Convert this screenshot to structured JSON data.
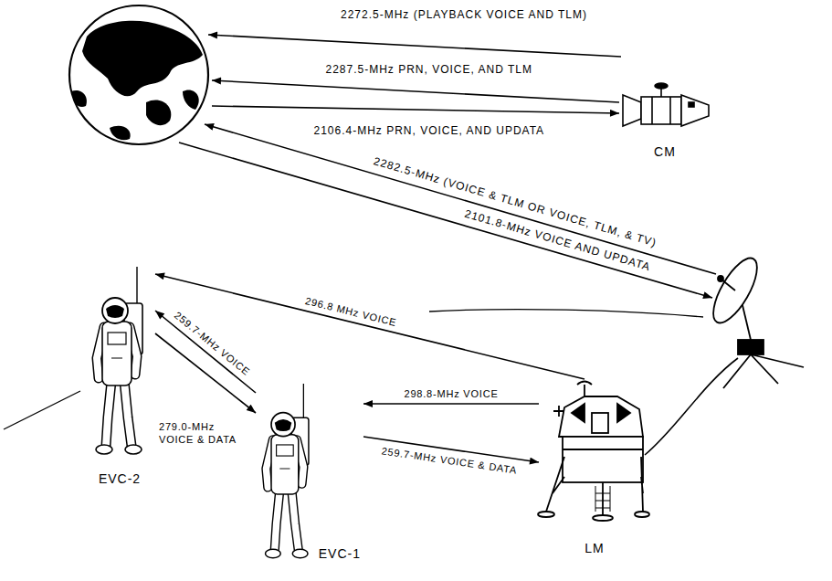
{
  "diagram": {
    "nodes": [
      {
        "text": [
          "CM"
        ]
      },
      {
        "text": [
          "EVC-2"
        ]
      },
      {
        "text": [
          "EVC-1"
        ]
      },
      {
        "text": [
          "LM"
        ]
      }
    ],
    "edges": [
      {
        "from": 3,
        "to": 1,
        "arrow": "to",
        "label": "296.8 MHz VOICE"
      },
      {
        "from": 2,
        "to": 1,
        "arrow": "to",
        "label": "259.7-MHz VOICE"
      },
      {
        "from": 1,
        "to": 2,
        "arrow": "to",
        "label": "279.0-MHz VOICE & DATA"
      },
      {
        "from": 3,
        "to": 2,
        "arrow": "to",
        "label": "298.8-MHz VOICE"
      },
      {
        "from": 2,
        "to": 3,
        "arrow": "to",
        "label": "259.7-MHz VOICE & DATA"
      }
    ],
    "labels": [
      "2272.5-MHz (PLAYBACK VOICE AND TLM)",
      "2287.5-MHz PRN, VOICE, AND TLM",
      "2106.4-MHz PRN, VOICE, AND UPDATA",
      "2282.5-MHz (VOICE & TLM OR VOICE, TLM, & TV)",
      "2101.8-MHz VOICE AND UPDATA"
    ]
  }
}
